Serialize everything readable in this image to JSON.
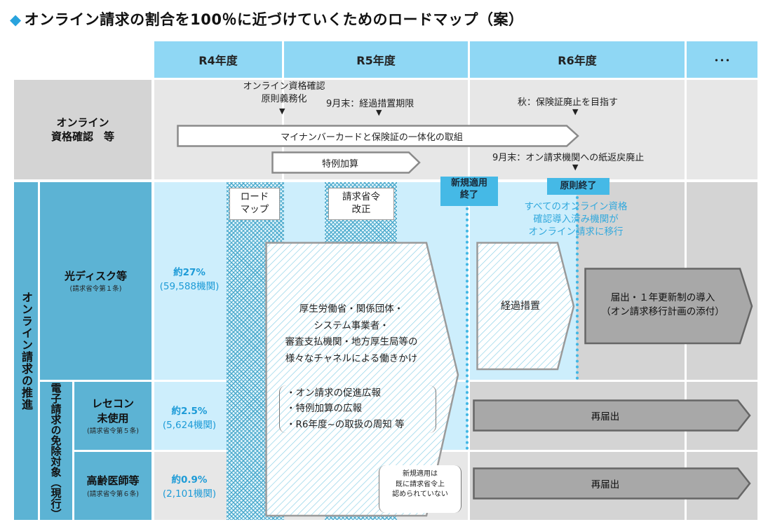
{
  "title": "オンライン請求の割合を100％に近づけていくためのロードマップ（案）",
  "title_marker": "◆",
  "columns": [
    "R4年度",
    "R5年度",
    "R6年度",
    "･･･"
  ],
  "colors": {
    "header": "#8fd7f4",
    "accent_blue": "#1d9bd7",
    "tag_blue": "#45b9e6",
    "gray_row": "#d4d4d4",
    "arrow_gray": "#a8a8a8"
  },
  "row1": {
    "label_line1": "オンライン",
    "label_line2": "資格確認　等",
    "milestone1_line1": "オンライン資格確認",
    "milestone1_line2": "原則義務化",
    "milestone2": "9月末：経過措置期限",
    "milestone3": "秋：保険証廃止を目指す",
    "milestone4": "9月末：オン請求機関への紙返戻廃止",
    "arrow_main": "マイナンバーカードと保険証の一体化の取組",
    "arrow_special": "特例加算"
  },
  "side_label": "オンライン請求の推進",
  "sub_side_label": "電子請求の免除対象（現行）",
  "rows": [
    {
      "label": "光ディスク等",
      "sub": "(請求省令第１条)",
      "pct": "約27%",
      "count": "(59,588機関)"
    },
    {
      "label_line1": "レセコン",
      "label_line2": "未使用",
      "sub": "(請求省令第５条)",
      "pct": "約2.5%",
      "count": "(5,624機関)"
    },
    {
      "label": "高齢医師等",
      "sub": "(請求省令第６条)",
      "pct": "約0.9%",
      "count": "(2,101機関)"
    }
  ],
  "roadmap_box": {
    "line1": "ロード",
    "line2": "マップ"
  },
  "ordinance_box": {
    "line1": "請求省令",
    "line2": "改正"
  },
  "tag_new": {
    "line1": "新規適用",
    "line2": "終了"
  },
  "tag_principle": "原則終了",
  "blue_note": {
    "line1": "すべてのオンライン資格",
    "line2": "確認導入済み機関が",
    "line3": "オンライン請求に移行"
  },
  "big_arrow": {
    "line1": "厚生労働省・関係団体・",
    "line2": "システム事業者・",
    "line3": "審査支払機関・地方厚生局等の",
    "line4": "様々なチャネルによる働きかけ",
    "bullet1": "・オン請求の促進広報",
    "bullet2": "・特例加算の広報",
    "bullet3": "・R6年度~の取扱の周知  等"
  },
  "transition_arrow": "経過措置",
  "notify_arrow": {
    "line1": "届出・１年更新制の導入",
    "line2": "（オン請求移行計画の添付）"
  },
  "renotify1": "再届出",
  "renotify2": "再届出",
  "small_note": {
    "line1": "新規適用は",
    "line2": "既に請求省令上",
    "line3": "認められていない"
  }
}
